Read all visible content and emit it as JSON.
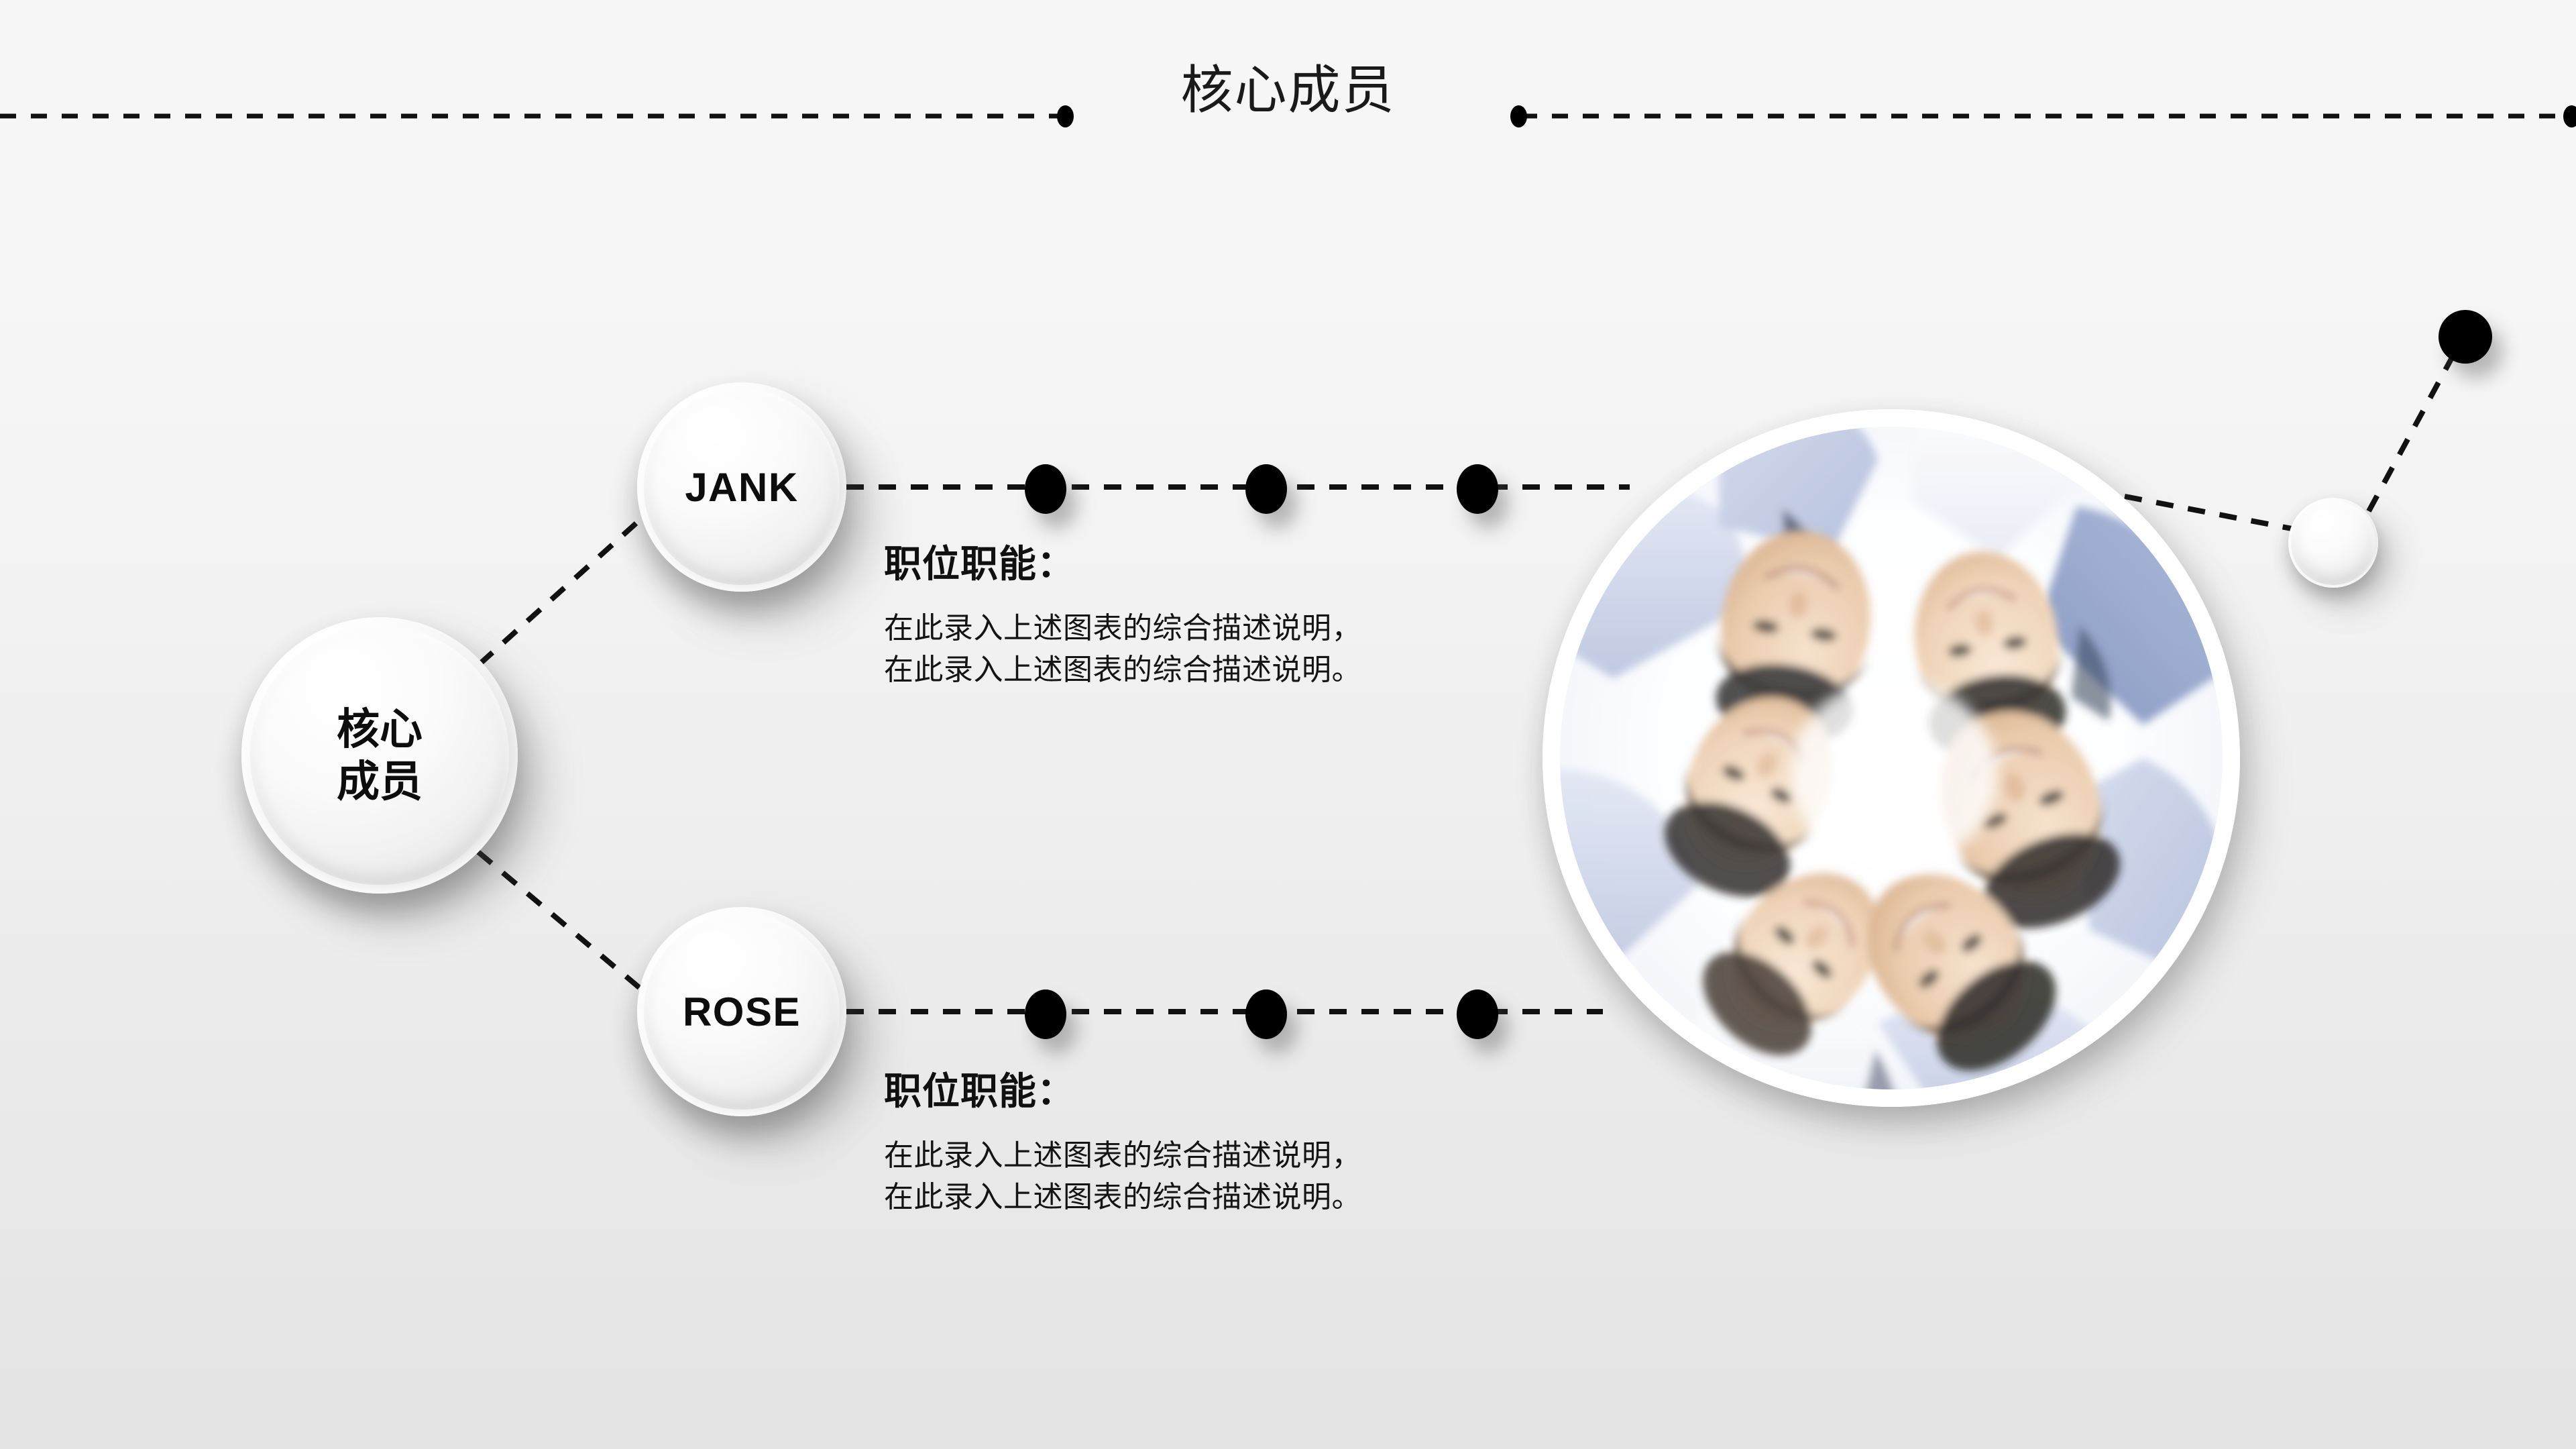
{
  "header": {
    "title": "核心成员"
  },
  "nodes": {
    "core": {
      "label_line1": "核心",
      "label_line2": "成员"
    },
    "jank": {
      "label": "JANK"
    },
    "rose": {
      "label": "ROSE"
    }
  },
  "info_blocks": [
    {
      "id": "jank",
      "title": "职位职能：",
      "line1": "在此录入上述图表的综合描述说明，",
      "line2": "在此录入上述图表的综合描述说明。"
    },
    {
      "id": "rose",
      "title": "职位职能：",
      "line1": "在此录入上述图表的综合描述说明，",
      "line2": "在此录入上述图表的综合描述说明。"
    }
  ],
  "photo": {
    "caption": "team-huddle-looking-up-photo"
  },
  "colors": {
    "background_top": "#f7f7f7",
    "background_bottom": "#e4e4e4",
    "text": "#101010",
    "dot": "#000000",
    "sphere_highlight": "#ffffff",
    "sphere_shade": "#d6d6d6",
    "photo_ring": "#ffffff",
    "shirt_blue": "#b9c4e0"
  }
}
